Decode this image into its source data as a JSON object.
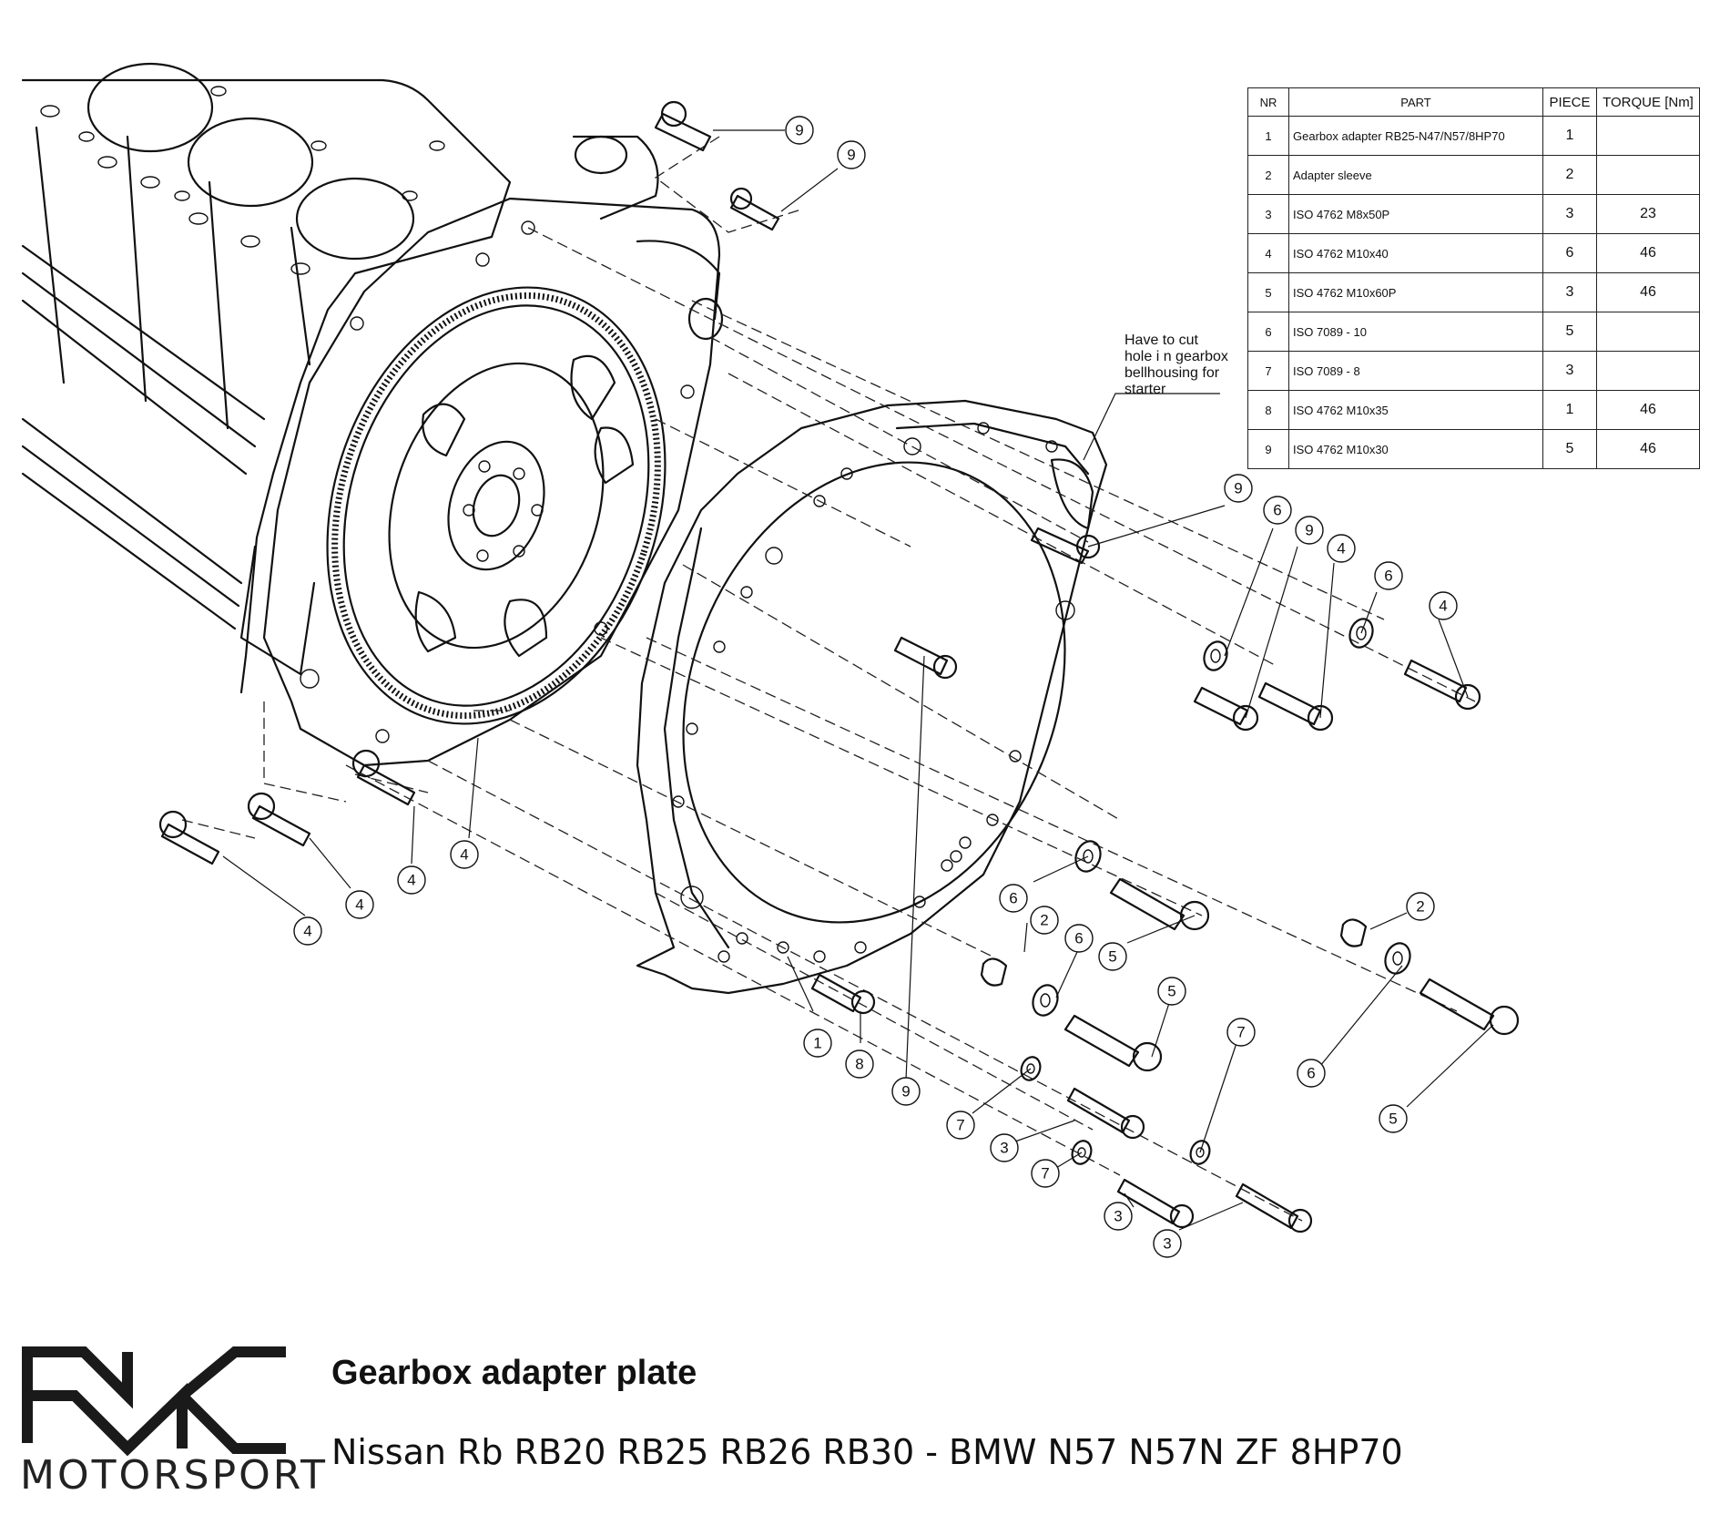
{
  "note": {
    "line1": "Have to cut",
    "line2": "hole i n gearbox",
    "line3": "bellhousing for",
    "line4": "starter"
  },
  "parts_table": {
    "headers": {
      "nr": "NR",
      "part": "PART",
      "piece": "PIECE",
      "torque": "TORQUE [Nm]"
    },
    "rows": [
      {
        "nr": "1",
        "part": "Gearbox adapter RB25-N47/N57/8HP70",
        "piece": "1",
        "torque": ""
      },
      {
        "nr": "2",
        "part": "Adapter sleeve",
        "piece": "2",
        "torque": ""
      },
      {
        "nr": "3",
        "part": "ISO 4762 M8x50P",
        "piece": "3",
        "torque": "23"
      },
      {
        "nr": "4",
        "part": "ISO 4762 M10x40",
        "piece": "6",
        "torque": "46"
      },
      {
        "nr": "5",
        "part": "ISO 4762 M10x60P",
        "piece": "3",
        "torque": "46"
      },
      {
        "nr": "6",
        "part": "ISO 7089 - 10",
        "piece": "5",
        "torque": ""
      },
      {
        "nr": "7",
        "part": "ISO 7089 - 8",
        "piece": "3",
        "torque": ""
      },
      {
        "nr": "8",
        "part": "ISO 4762 M10x35",
        "piece": "1",
        "torque": "46"
      },
      {
        "nr": "9",
        "part": "ISO 4762 M10x30",
        "piece": "5",
        "torque": "46"
      }
    ]
  },
  "balloons": {
    "b01": "9",
    "b02": "9",
    "b03": "9",
    "b04": "6",
    "b05": "9",
    "b06": "4",
    "b07": "6",
    "b08": "4",
    "b09": "4",
    "b10": "4",
    "b11": "4",
    "b12": "4",
    "b13": "6",
    "b14": "5",
    "b15": "2",
    "b16": "2",
    "b17": "6",
    "b18": "5",
    "b19": "1",
    "b20": "8",
    "b21": "9",
    "b22": "7",
    "b23": "3",
    "b24": "7",
    "b25": "7",
    "b26": "3",
    "b27": "3",
    "b28": "6",
    "b29": "5"
  },
  "footer": {
    "logo_text": "PMC",
    "brand": "MOTORSPORT",
    "title": "Gearbox adapter plate",
    "subtitle": "Nissan Rb RB20 RB25 RB26 RB30 - BMW N57 N57N ZF 8HP70"
  }
}
